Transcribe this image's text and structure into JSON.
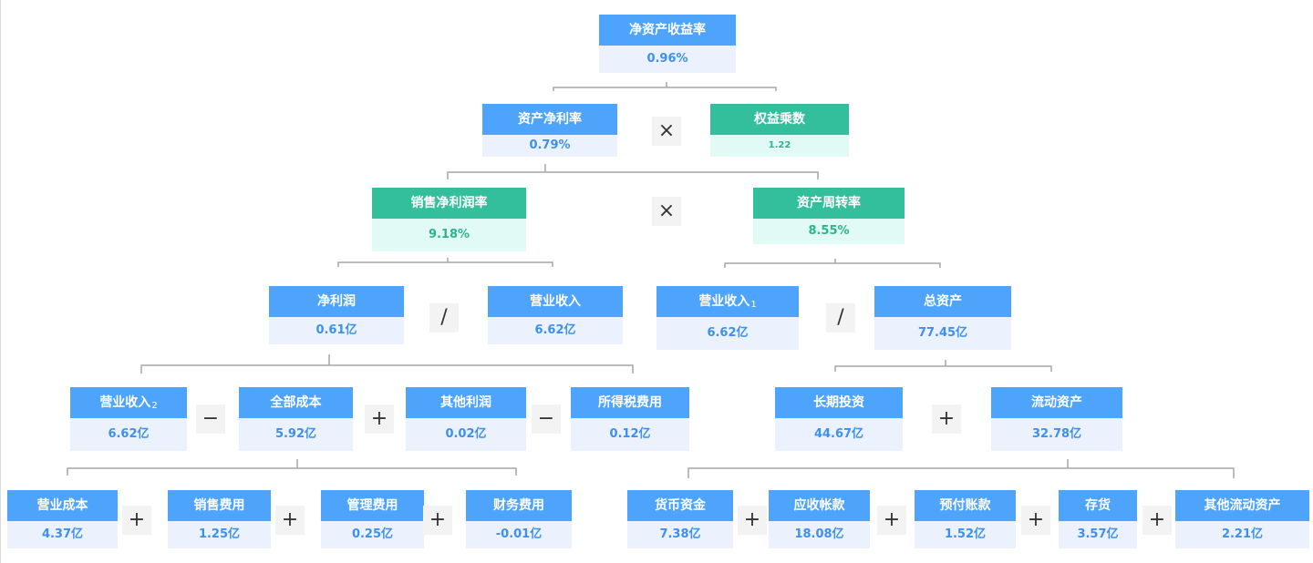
{
  "nodes": {
    "roe": {
      "title": "净资产收益率",
      "value": "0.96%"
    },
    "asset_net_profit_rate": {
      "title": "资产净利率",
      "value": "0.79%"
    },
    "equity_multiplier": {
      "title": "权益乘数",
      "value": "1.22"
    },
    "sales_net_profit_rate": {
      "title": "销售净利润率",
      "value": "9.18%"
    },
    "asset_turnover": {
      "title": "资产周转率",
      "value": "8.55%"
    },
    "net_profit": {
      "title": "净利润",
      "value": "0.61亿"
    },
    "operating_revenue_a": {
      "title": "营业收入",
      "value": "6.62亿"
    },
    "operating_revenue_b": {
      "title": "营业收入",
      "sup": "1",
      "value": "6.62亿"
    },
    "total_assets": {
      "title": "总资产",
      "value": "77.45亿"
    },
    "operating_revenue_c": {
      "title": "营业收入",
      "sup": "2",
      "value": "6.62亿"
    },
    "total_cost": {
      "title": "全部成本",
      "value": "5.92亿"
    },
    "other_profit": {
      "title": "其他利润",
      "value": "0.02亿"
    },
    "income_tax": {
      "title": "所得税费用",
      "value": "0.12亿"
    },
    "long_term_investment": {
      "title": "长期投资",
      "value": "44.67亿"
    },
    "current_assets": {
      "title": "流动资产",
      "value": "32.78亿"
    },
    "operating_cost": {
      "title": "营业成本",
      "value": "4.37亿"
    },
    "selling_expense": {
      "title": "销售费用",
      "value": "1.25亿"
    },
    "admin_expense": {
      "title": "管理费用",
      "value": "0.25亿"
    },
    "financial_expense": {
      "title": "财务费用",
      "value": "-0.01亿"
    },
    "monetary_funds": {
      "title": "货币资金",
      "value": "7.38亿"
    },
    "accounts_receivable": {
      "title": "应收帐款",
      "value": "18.08亿"
    },
    "prepayments": {
      "title": "预付账款",
      "value": "1.52亿"
    },
    "inventory": {
      "title": "存货",
      "value": "3.57亿"
    },
    "other_current_assets": {
      "title": "其他流动资产",
      "value": "2.21亿"
    }
  },
  "operators": {
    "multiply": "×",
    "divide": "/",
    "plus": "+",
    "minus": "−"
  },
  "colors": {
    "blue_header": "#4ea4fb",
    "blue_value_bg": "#ebf1fd",
    "blue_value_text": "#3d8ff0",
    "green_header": "#33bf9c",
    "green_value_bg": "#e2faf5",
    "green_value_text": "#2bb58f",
    "connector": "#999999"
  }
}
